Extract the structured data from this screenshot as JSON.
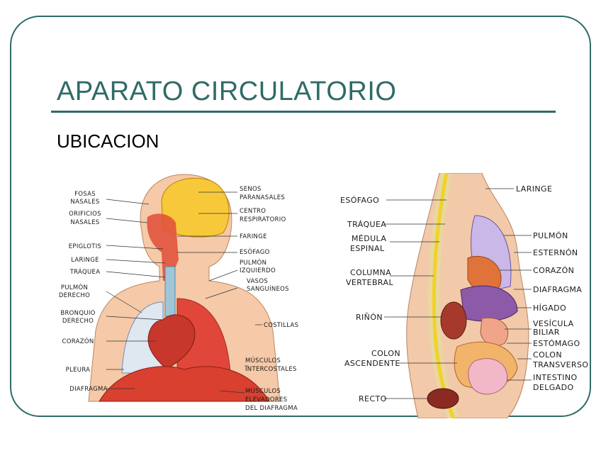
{
  "slide": {
    "title": "APARATO CIRCULATORIO",
    "subtitle": "UBICACION"
  },
  "left_figure": {
    "labels_left": [
      "FOSAS",
      "NASALES",
      "ORIFICIOS",
      "NASALES",
      "EPIGLOTIS",
      "LARINGE",
      "TRÁQUEA",
      "PULMÓN",
      "DERECHO",
      "BRONQUIO",
      "DERECHO",
      "CORAZÓN",
      "PLEURA",
      "DIAFRAGMA"
    ],
    "labels_right": [
      "SENOS",
      "PARANASALES",
      "CENTRO",
      "RESPIRATORIO",
      "FARINGE",
      "ESÓFAGO",
      "PULMÓN",
      "IZQUIERDO",
      "VASOS",
      "SANGUÍNEOS",
      "COSTILLAS",
      "MÚSCULOS",
      "INTERCOSTALES",
      "MÚSCULOS",
      "ELEVADORES",
      "DEL DIAFRAGMA"
    ]
  },
  "right_figure": {
    "labels_left": [
      "ESÓFAGO",
      "TRÁQUEA",
      "MÉDULA",
      "ESPINAL",
      "COLUMNA",
      "VERTEBRAL",
      "RIÑÓN",
      "COLON",
      "ASCENDENTE",
      "RECTO"
    ],
    "labels_right": [
      "LARINGE",
      "PULMÓN",
      "ESTERNÓN",
      "CORAZÓN",
      "DIAFRAGMA",
      "HÍGADO",
      "VESÍCULA",
      "BILIAR",
      "ESTÓMAGO",
      "COLON",
      "TRANSVERSO",
      "INTESTINO",
      "DELGADO"
    ]
  },
  "colors": {
    "accent": "#2f6b66",
    "organ_red": "#d9402f",
    "bone": "#f3d36a"
  }
}
